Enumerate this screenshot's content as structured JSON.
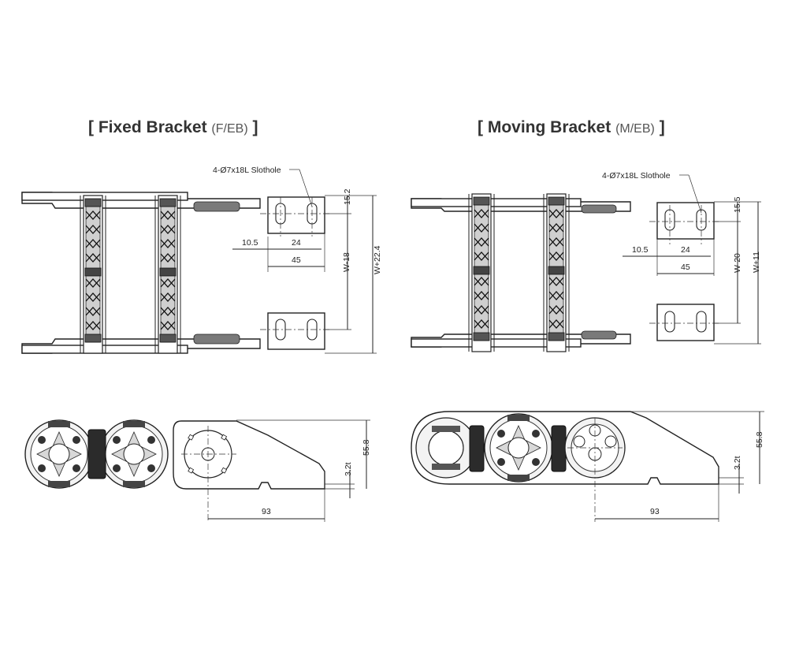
{
  "fixed": {
    "title_bracket_open": "[",
    "title_main": "Fixed Bracket",
    "title_code": "(F/EB)",
    "title_bracket_close": "]",
    "slot_note": "4-Ø7x18L Slothole",
    "dim_top": "15.2",
    "dim_offset": "10.5",
    "dim_slot": "24",
    "dim_width": "45",
    "dim_inner": "W-18",
    "dim_outer": "W+22.4",
    "dim_height": "55.8",
    "dim_thickness": "3.2t",
    "dim_length": "93"
  },
  "moving": {
    "title_bracket_open": "[",
    "title_main": "Moving Bracket",
    "title_code": "(M/EB)",
    "title_bracket_close": "]",
    "slot_note": "4-Ø7x18L Slothole",
    "dim_top": "15.5",
    "dim_offset": "10.5",
    "dim_slot": "24",
    "dim_width": "45",
    "dim_inner": "W-20",
    "dim_outer": "W+11",
    "dim_height": "55.8",
    "dim_thickness": "3.2t",
    "dim_length": "93"
  }
}
